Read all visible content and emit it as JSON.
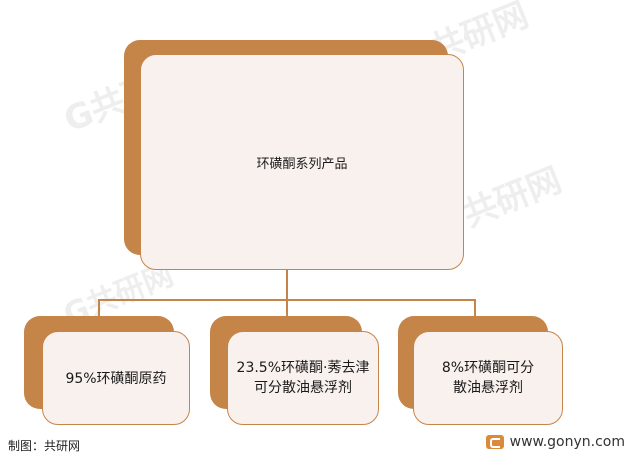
{
  "diagram": {
    "root": {
      "label": "环磺酮系列产品"
    },
    "children": [
      {
        "label": "95%环磺酮原药"
      },
      {
        "label": "23.5%环磺酮·莠去津可分散油悬浮剂"
      },
      {
        "label": "8%环磺酮可分散油悬浮剂"
      }
    ]
  },
  "footer": {
    "credit": "制图：共研网",
    "site": "www.gonyn.com"
  },
  "colors": {
    "accent": "#c58549",
    "card_fill": "#f8f1ed"
  }
}
